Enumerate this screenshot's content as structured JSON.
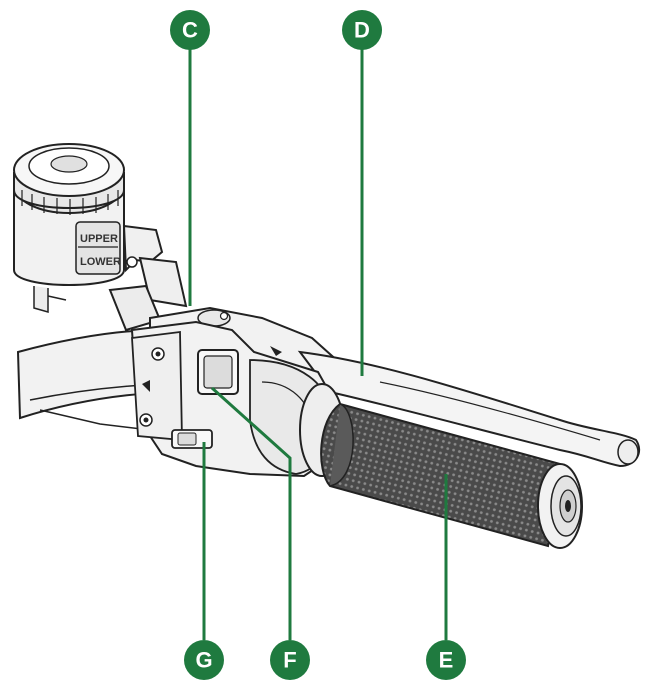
{
  "colors": {
    "callout_fill": "#1f7a3f",
    "callout_text": "#ffffff",
    "leader_line": "#1f7a3f",
    "outline": "#222222",
    "part_fill": "#f2f2f2",
    "shadow_fill": "#d6d6d6",
    "grip_fill": "#3a3a3a"
  },
  "reservoir": {
    "upper_label": "UPPER",
    "lower_label": "LOWER"
  },
  "callouts": [
    {
      "id": "C",
      "label": "C",
      "part": "front-brake-lever-span-adjuster"
    },
    {
      "id": "D",
      "label": "D",
      "part": "front-brake-lever"
    },
    {
      "id": "E",
      "label": "E",
      "part": "handlebar-grip"
    },
    {
      "id": "F",
      "label": "F",
      "part": "switch-button-upper"
    },
    {
      "id": "G",
      "label": "G",
      "part": "switch-button-lower"
    }
  ]
}
